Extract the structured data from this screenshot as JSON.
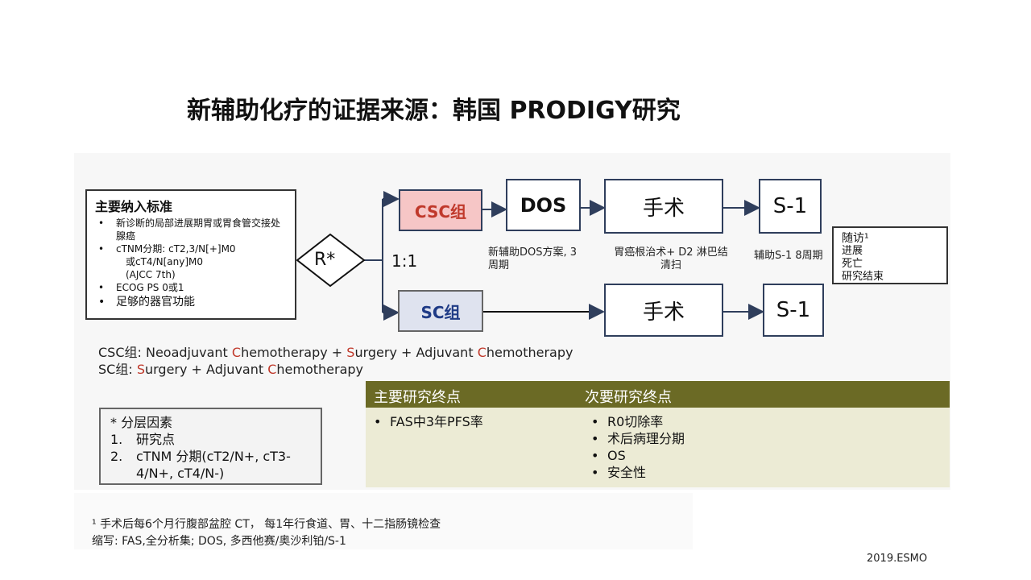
{
  "title": "新辅助化疗的证据来源：韩国 PRODIGY研究",
  "criteria": {
    "title": "主要纳入标准",
    "items": [
      "新诊断的局部进展期胃或胃食管交接处腺癌",
      "cTNM分期: cT2,3/N[+]M0",
      "或cT4/N[any]M0",
      "(AJCC 7th)",
      "ECOG PS 0或1",
      "足够的器官功能"
    ]
  },
  "randomization": {
    "label": "R*",
    "ratio": "1:1"
  },
  "arms": {
    "csc": {
      "label": "CSC组",
      "steps": [
        "DOS",
        "手术",
        "S-1"
      ],
      "notes": [
        "新辅助DOS方案, 3周期",
        "胃癌根治术+ D2 淋巴结清扫",
        "辅助S-1 8周期"
      ]
    },
    "sc": {
      "label": "SC组",
      "steps": [
        "手术",
        "S-1"
      ]
    }
  },
  "followup": {
    "title": "随访¹",
    "items": [
      "进展",
      "死亡",
      "研究结束"
    ]
  },
  "legend": {
    "csc": {
      "prefix": "CSC组: Neoadjuvant ",
      "c1": "C",
      "t1": "hemotherapy + ",
      "s": "S",
      "t2": "urgery + Adjuvant ",
      "c2": "C",
      "t3": "hemotherapy"
    },
    "sc": {
      "prefix": "SC组: ",
      "s": "S",
      "t1": "urgery + Adjuvant ",
      "c": "C",
      "t2": "hemotherapy"
    }
  },
  "stratification": {
    "title": "* 分层因素",
    "items": [
      {
        "num": "1.",
        "text": "研究点"
      },
      {
        "num": "2.",
        "text": "cTNM 分期(cT2/N+, cT3-4/N+, cT4/N-)"
      }
    ]
  },
  "endpoints": {
    "primary_title": "主要研究终点",
    "secondary_title": "次要研究终点",
    "primary": [
      "FAS中3年PFS率"
    ],
    "secondary": [
      "R0切除率",
      "术后病理分期",
      "OS",
      "安全性"
    ]
  },
  "footnotes": [
    "¹ 手术后每6个月行腹部盆腔 CT， 每1年行食道、胃、十二指肠镜检查",
    "缩写: FAS,全分析集; DOS, 多西他赛/奥沙利铂/S-1"
  ],
  "credit": "2019.ESMO",
  "colors": {
    "csc_fill": "#f6c6c6",
    "csc_text": "#c0392b",
    "sc_fill": "#dfe3ef",
    "sc_text": "#1f3b86",
    "arrow": "#2f3e5c",
    "endpoint_head": "#6b6a25",
    "endpoint_body": "#ecebd5"
  }
}
